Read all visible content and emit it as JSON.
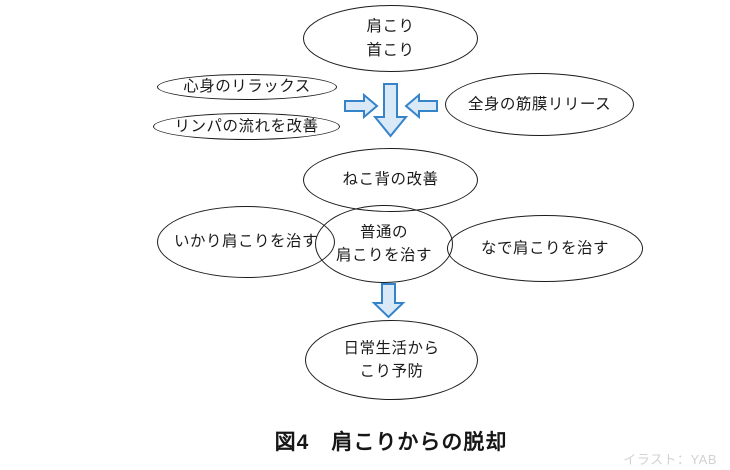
{
  "colors": {
    "arrow_fill": "#d9e9f8",
    "arrow_stroke": "#3583c9",
    "node_outline": "#1c1c1c",
    "credit_text": "#d2d2d2"
  },
  "diagram": {
    "nodes": {
      "shoulder_neck": {
        "label": "肩こり\n首こり"
      },
      "relax": {
        "label": "心身のリラックス"
      },
      "lymph": {
        "label": "リンパの流れを改善"
      },
      "fascia": {
        "label": "全身の筋膜リリース"
      },
      "hunchback": {
        "label": "ねこ背の改善"
      },
      "ikari": {
        "label": "いかり肩こりを治す"
      },
      "normal": {
        "label": "普通の\n肩こりを治す"
      },
      "nade": {
        "label": "なで肩こりを治す"
      },
      "daily": {
        "label": "日常生活から\nこり予防"
      }
    },
    "arrows": [
      {
        "name": "arrow-right-icon",
        "direction": "right"
      },
      {
        "name": "arrow-down-icon",
        "direction": "down"
      },
      {
        "name": "arrow-left-icon",
        "direction": "left"
      },
      {
        "name": "arrow-down-icon",
        "direction": "down"
      }
    ]
  },
  "caption": "図4　肩こりからの脱却",
  "credit": "イラスト：YAB"
}
